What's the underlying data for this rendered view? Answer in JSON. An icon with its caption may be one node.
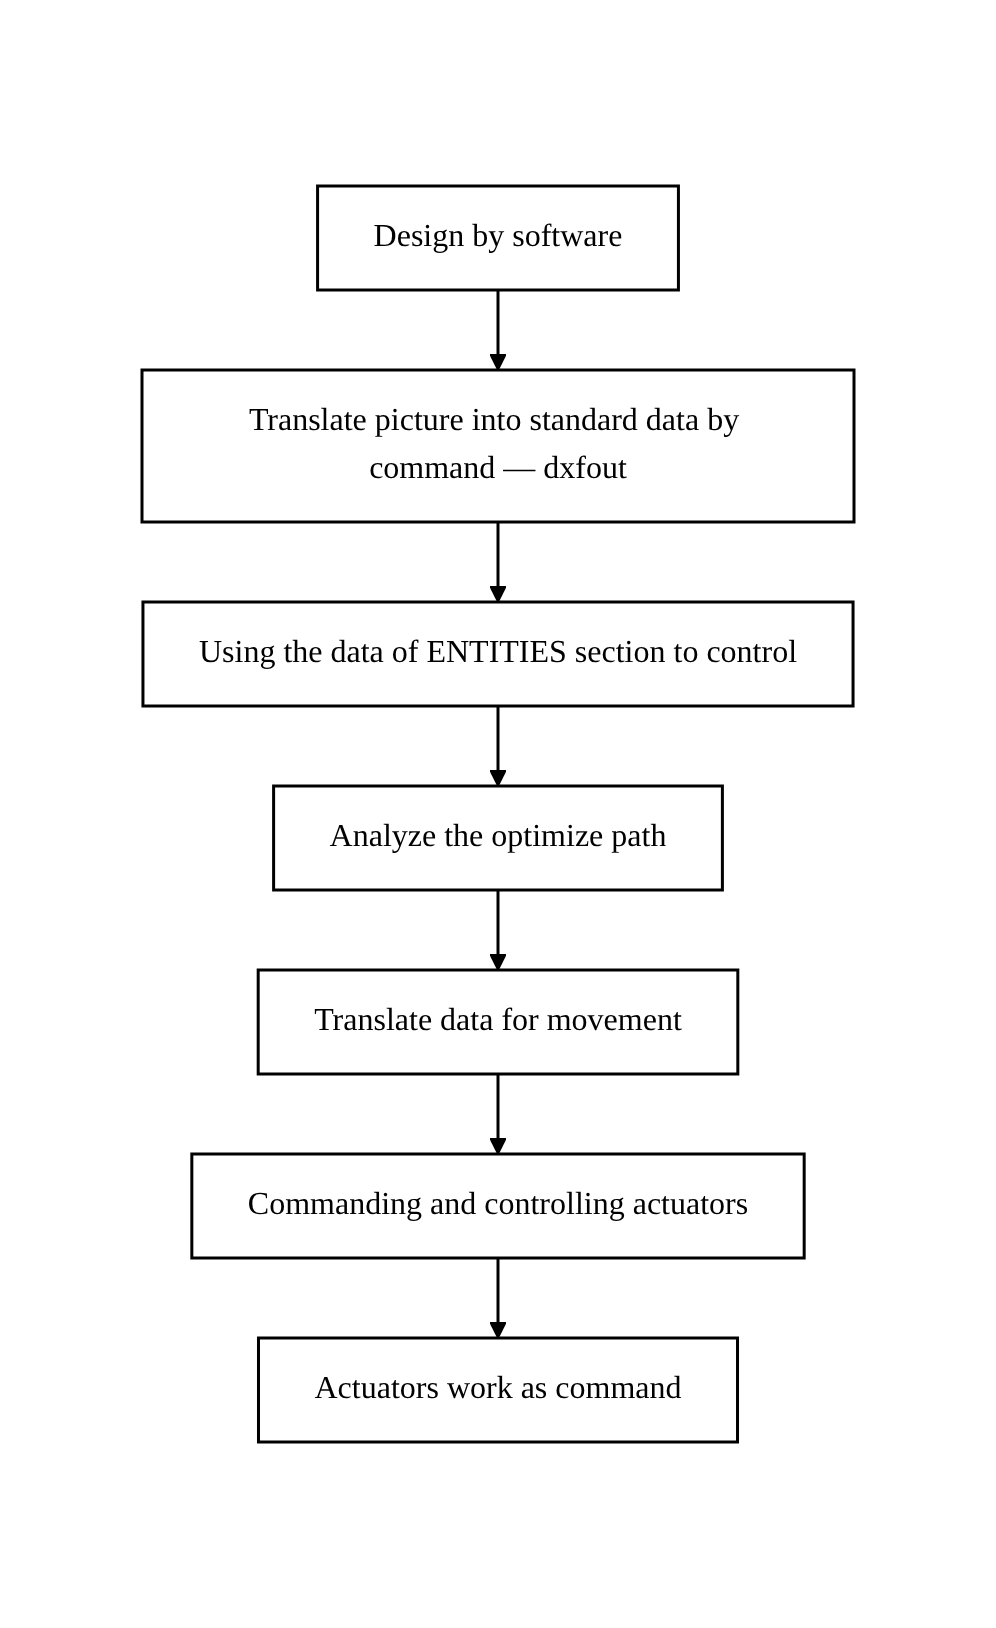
{
  "diagram": {
    "nodes": [
      {
        "text": [
          "Design by software"
        ]
      },
      {
        "text": [
          "Translate picture into standard data by command — dxfout"
        ]
      },
      {
        "text": [
          "Using the data of ENTITIES section to control"
        ]
      },
      {
        "text": [
          "Analyze the optimize path"
        ]
      },
      {
        "text": [
          "Translate data for movement"
        ]
      },
      {
        "text": [
          "Commanding and controlling actuators"
        ]
      },
      {
        "text": [
          "Actuators work as command"
        ]
      }
    ],
    "edges": [
      {
        "from": 0,
        "to": 1,
        "arrow": "to"
      },
      {
        "from": 1,
        "to": 2,
        "arrow": "to"
      },
      {
        "from": 2,
        "to": 3,
        "arrow": "to"
      },
      {
        "from": 3,
        "to": 4,
        "arrow": "to"
      },
      {
        "from": 4,
        "to": 5,
        "arrow": "to"
      },
      {
        "from": 5,
        "to": 6,
        "arrow": "to"
      }
    ]
  }
}
